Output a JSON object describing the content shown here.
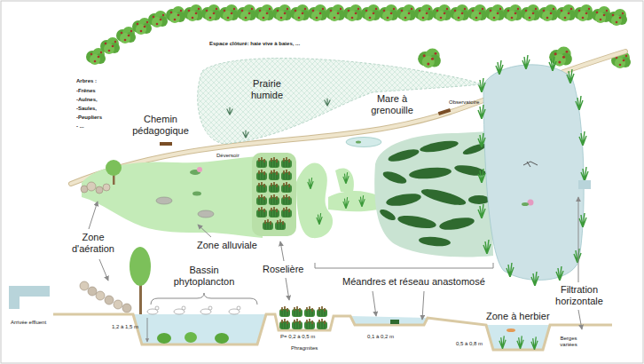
{
  "diagram": {
    "nodes": [
      {
        "text": [
          "Prairie humide"
        ]
      }
    ],
    "labels": [
      "Espace clôturé: haie vive à baies, ...",
      "Arbres :",
      "-Frênes",
      "-Aulnes,",
      "-Saules,",
      "-Peupliers",
      "- ...",
      "Chemin pédagogique",
      "Déversoir",
      "Mare à grenouille",
      "Observatoire",
      "Zone d'aération",
      "Zone alluviale",
      "Roselière",
      "Bassin phytoplancton",
      "Méandres et réseau anastomosé",
      "Filtration horizontale",
      "Zone à herbier",
      "Arrivée effluent",
      "1,2 à 1,5 m",
      "P= 0,2 à 0,5 m",
      "Phragmites",
      "0,1 à 0,2 m",
      "0,5 à 0,8 m",
      "Berges variées"
    ]
  }
}
